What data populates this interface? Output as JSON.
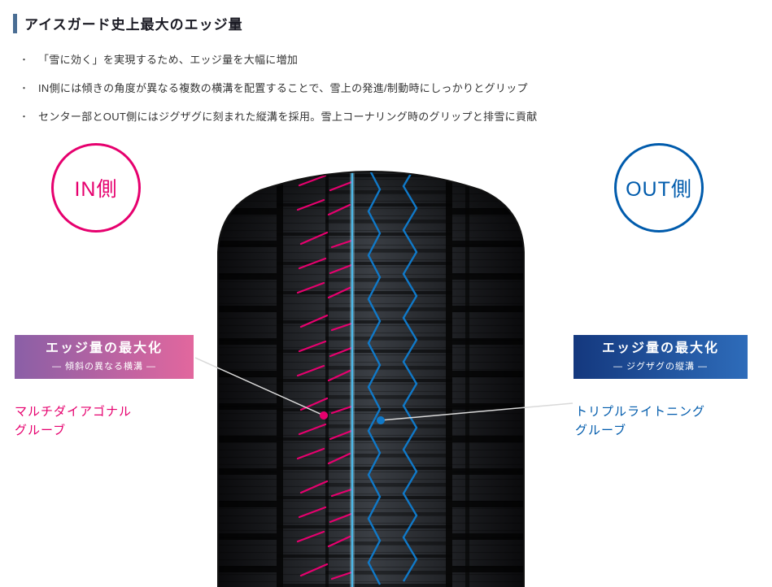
{
  "header": {
    "title": "アイスガード史上最大のエッジ量"
  },
  "bullet_marker": "・",
  "bullets": [
    "「雪に効く」を実現するため、エッジ量を大幅に増加",
    "IN側には傾きの角度が異なる複数の横溝を配置することで、雪上の発進/制動時にしっかりとグリップ",
    "センター部とOUT側にはジグザグに刻まれた縦溝を採用。雪上コーナリング時のグリップと排雪に貢献"
  ],
  "badges": {
    "in": {
      "label": "IN側"
    },
    "out": {
      "label": "OUT側"
    }
  },
  "callouts": {
    "left": {
      "title": "エッジ量の最大化",
      "subtitle": "― 傾斜の異なる横溝 ―",
      "caption_line1": "マルチダイアゴナル",
      "caption_line2": "グルーブ"
    },
    "right": {
      "title": "エッジ量の最大化",
      "subtitle": "― ジグザグの縦溝 ―",
      "caption_line1": "トリプルライトニング",
      "caption_line2": "グルーブ"
    }
  },
  "colors": {
    "accent_bar": "#4a6e94",
    "pink": "#e6006e",
    "blue": "#005bac",
    "zigzag_blue": "#1079c8",
    "center_line_blue": "#4db8e8",
    "left_box_gradient_start": "#8a5fa6",
    "left_box_gradient_end": "#e2679e",
    "right_box_gradient_start": "#14387e",
    "right_box_gradient_end": "#2e6cba"
  }
}
